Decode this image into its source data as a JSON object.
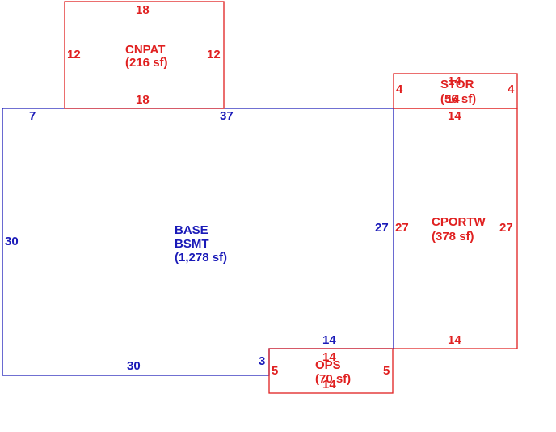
{
  "colors": {
    "blue": "#1a1ab8",
    "red": "#e02020"
  },
  "base": {
    "name": "BASE",
    "name2": "BSMT",
    "area": "(1,278 sf)",
    "dims": {
      "top_left": "7",
      "top_right": "37",
      "left": "30",
      "right": "27",
      "bottom": "30",
      "notch_vertical": "3",
      "notch_horizontal": "14"
    }
  },
  "cnpat": {
    "name": "CNPAT",
    "area": "(216 sf)",
    "dims": {
      "top": "18",
      "bottom": "18",
      "left": "12",
      "right": "12"
    }
  },
  "stor": {
    "name": "STOR",
    "area": "(56 sf)",
    "dims": {
      "top": "14",
      "mid": "14",
      "left": "4",
      "right": "4"
    }
  },
  "cportw": {
    "name": "CPORTW",
    "area": "(378 sf)",
    "dims": {
      "left": "27",
      "right": "27",
      "bottom": "14"
    }
  },
  "ops": {
    "name": "OPS",
    "area": "(70 sf)",
    "dims": {
      "top": "14",
      "bottom": "14",
      "left": "5",
      "right": "5"
    }
  }
}
